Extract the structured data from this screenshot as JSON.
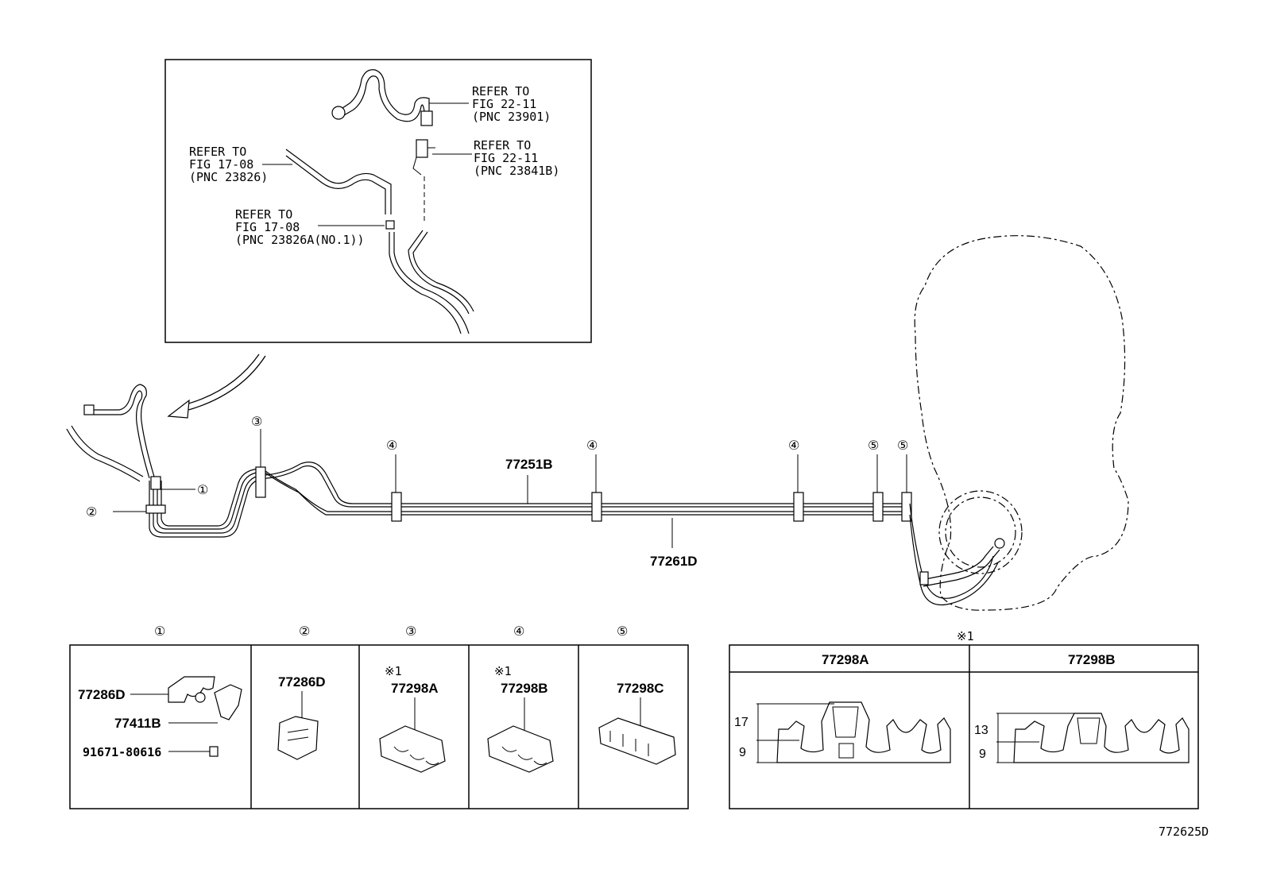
{
  "inset": {
    "ref1": [
      "REFER TO",
      "FIG 22-11",
      "(PNC 23901)"
    ],
    "ref2": [
      "REFER TO",
      "FIG 22-11",
      "(PNC 23841B)"
    ],
    "ref3": [
      "REFER TO",
      "FIG 17-08",
      "(PNC 23826)"
    ],
    "ref4": [
      "REFER TO",
      "FIG 17-08",
      "(PNC 23826A(NO.1))"
    ]
  },
  "callouts": {
    "c1": "①",
    "c2": "②",
    "c3": "③",
    "c4": "④",
    "c5": "⑤"
  },
  "parts": {
    "tube_upper": "77251B",
    "tube_lower": "77261D"
  },
  "detail_table": {
    "headers": [
      "①",
      "②",
      "③",
      "④",
      "⑤"
    ],
    "cell1": [
      "77286D",
      "77411B",
      "91671-80616"
    ],
    "cell2": "77286D",
    "cell3": {
      "note": "※1",
      "part": "77298A"
    },
    "cell4": {
      "note": "※1",
      "part": "77298B"
    },
    "cell5": "77298C"
  },
  "note_table": {
    "marker": "※1",
    "col_a": {
      "title": "77298A",
      "dims": [
        "17",
        "9"
      ]
    },
    "col_b": {
      "title": "77298B",
      "dims": [
        "13",
        "9"
      ]
    }
  },
  "figure_id": "772625D"
}
